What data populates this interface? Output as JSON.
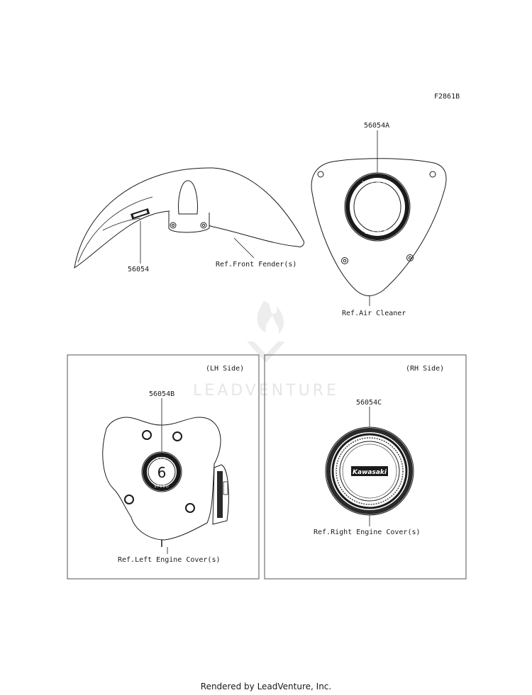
{
  "figure_code": "F2861B",
  "watermark": {
    "text": "LEADVENTURE"
  },
  "parts": {
    "fender_decal": "56054",
    "air_cleaner_decal": "56054A",
    "left_cover_decal": "56054B",
    "right_cover_decal": "56054C"
  },
  "refs": {
    "front_fender": "Ref.Front Fender(s)",
    "air_cleaner": "Ref.Air Cleaner",
    "left_engine_cover": "Ref.Left Engine Cover(s)",
    "right_engine_cover": "Ref.Right Engine Cover(s)"
  },
  "panels": {
    "lh_side": "(LH Side)",
    "rh_side": "(RH Side)"
  },
  "emblems": {
    "air_cleaner_top": "V-TWIN",
    "air_cleaner_bottom": "1700",
    "left_top": "SIX",
    "left_center": "6",
    "left_bottom": "SPEED",
    "right_brand": "Kawasaki"
  },
  "footer": "Rendered by LeadVenture, Inc."
}
